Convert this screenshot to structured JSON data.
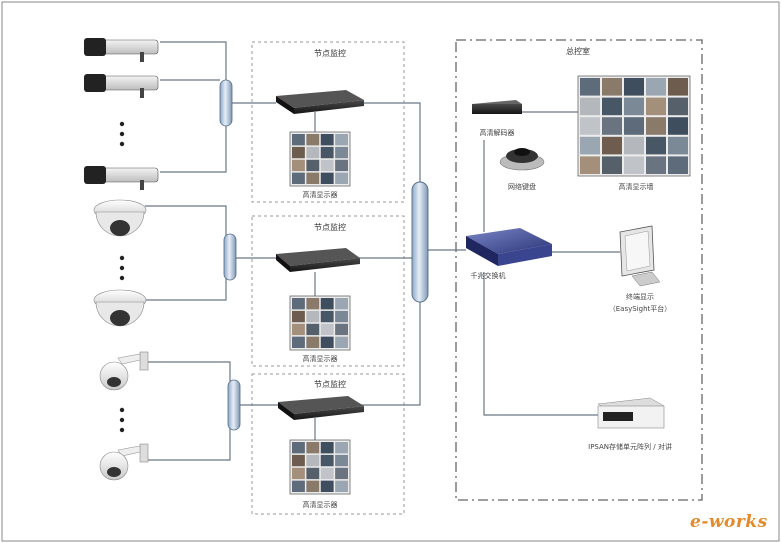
{
  "node_title": "节点监控",
  "control_room_title": "总控室",
  "hd_decoder_label": "高清解码器",
  "network_keyboard_label": "网络键盘",
  "video_wall_label": "高清显示墙",
  "core_switch_label": "千兆交换机",
  "client_label_line1": "终端显示",
  "client_label_line2": "（EasySight平台）",
  "storage_label": "IPSAN存储单元阵列 / 对讲",
  "nvr_monitor_label": "高清显示器",
  "brand_logo": "e-works",
  "colors": {
    "line": "#6b7786",
    "dash": "#8a8a8a",
    "hub": "#c8d9ea",
    "brand": "#e58a2a"
  }
}
